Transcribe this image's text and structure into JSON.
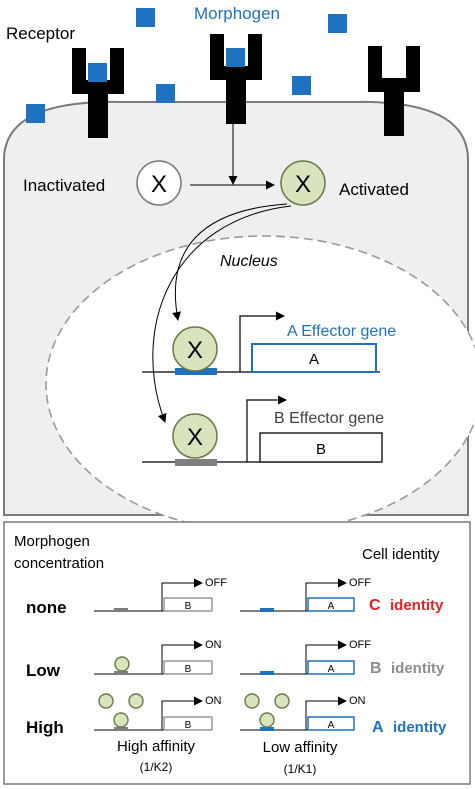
{
  "top": {
    "receptor_label": "Receptor",
    "morphogen_label": "Morphogen",
    "inactivated_label": "Inactivated",
    "activated_label": "Activated",
    "x_symbol": "X",
    "nucleus_label": "Nucleus",
    "gene_a_label": "A Effector gene",
    "gene_a_box": "A",
    "gene_b_label": "B Effector gene",
    "gene_b_box": "B"
  },
  "table": {
    "header_left": "Morphogen\nconcentration",
    "header_left_line1": "Morphogen",
    "header_left_line2": "concentration",
    "header_right": "Cell identity",
    "rows": [
      {
        "level": "none",
        "b_state": "OFF",
        "a_state": "OFF",
        "identity": "C identity",
        "identity_letter": "C",
        "identity_word": "identity"
      },
      {
        "level": "Low",
        "b_state": "ON",
        "a_state": "OFF",
        "identity": "B identity",
        "identity_letter": "B",
        "identity_word": "identity"
      },
      {
        "level": "High",
        "b_state": "ON",
        "a_state": "ON",
        "identity": "A identity",
        "identity_letter": "A",
        "identity_word": "identity"
      }
    ],
    "box_b": "B",
    "box_a": "A",
    "footer_left_1": "High affinity",
    "footer_left_2": "(1/K2)",
    "footer_right_1": "Low affinity",
    "footer_right_2": "(1/K1)"
  },
  "colors": {
    "morphogen_blue": "#1f72c0",
    "receptor_black": "#000000",
    "cell_gray": "#efefef",
    "x_green": "#d7e4bd",
    "x_green_stroke": "#6a7a48",
    "a_identity_blue": "#1f72c0",
    "b_identity_gray": "#8c8c8c",
    "c_identity_red": "#e52020",
    "b_site_gray": "#7f7f7f"
  }
}
